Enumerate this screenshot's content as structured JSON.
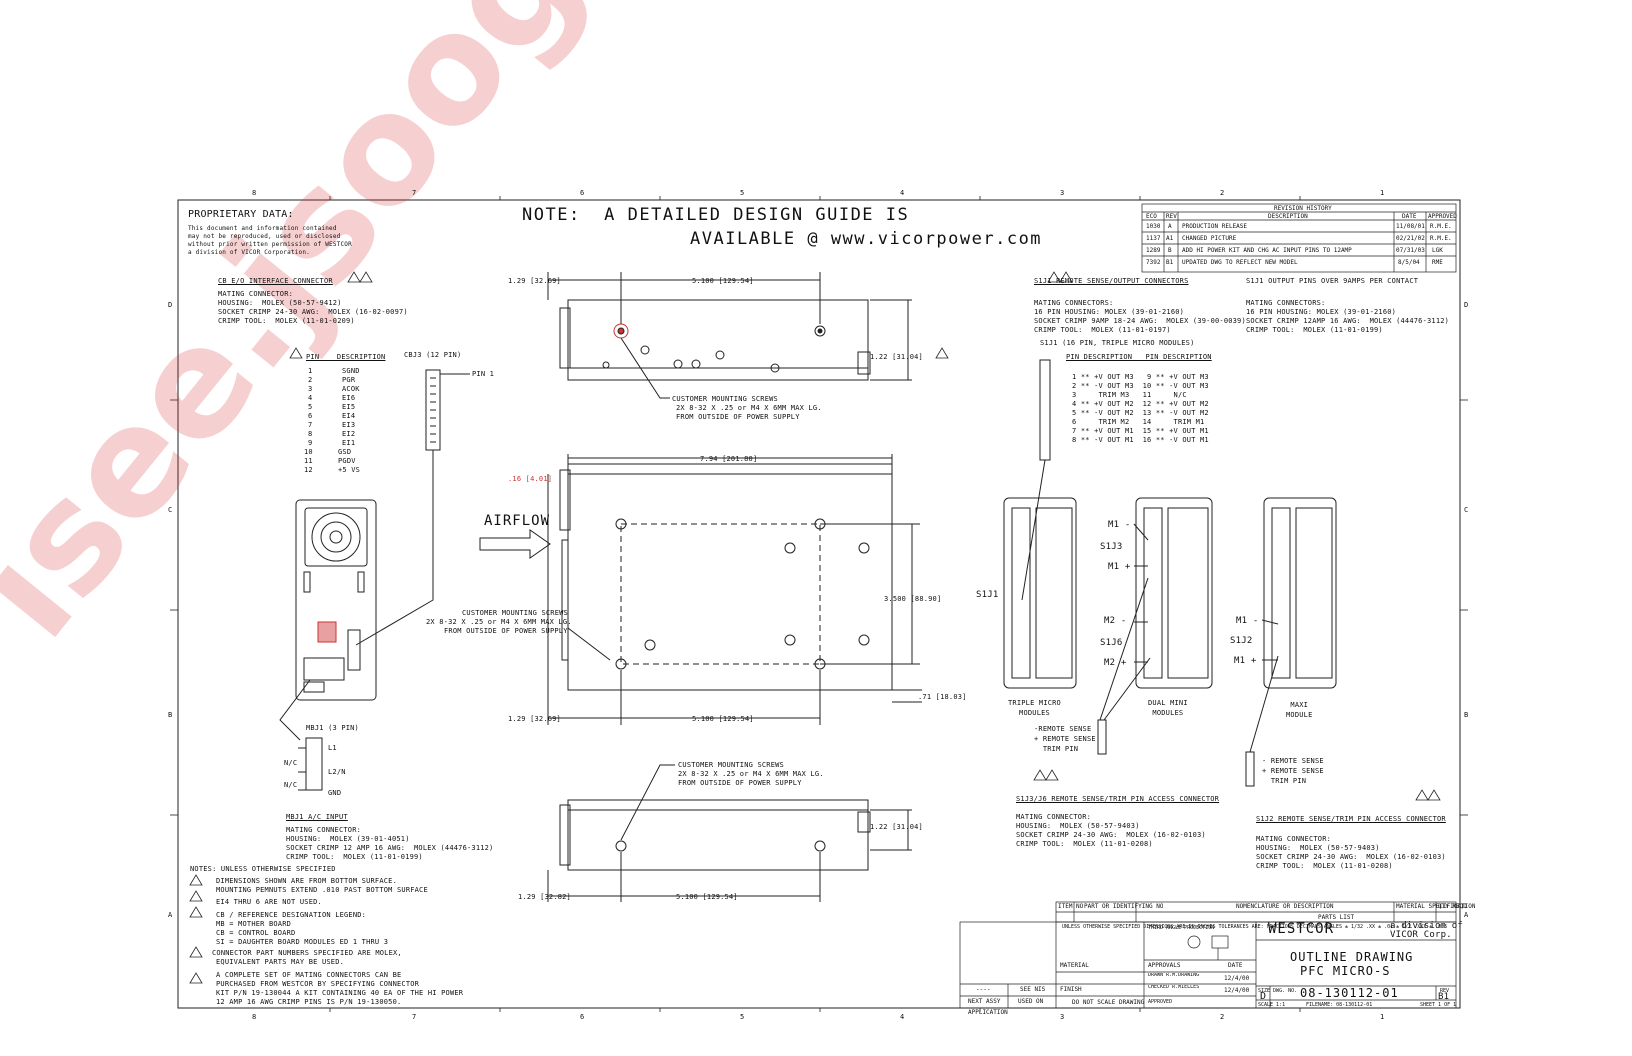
{
  "note": {
    "line1": "NOTE:  A DETAILED DESIGN GUIDE IS",
    "line2": "AVAILABLE @ www.vicorpower.com"
  },
  "watermark": "isee.jsoog.com",
  "zones": {
    "top": [
      "8",
      "7",
      "6",
      "5",
      "4",
      "3",
      "2",
      "1"
    ],
    "side": [
      "D",
      "C",
      "B",
      "A"
    ]
  },
  "proprietary": {
    "title": "PROPRIETARY DATA:",
    "lines": [
      "This document and information contained",
      "may not be reproduced, used or disclosed",
      "without prior written permission of WESTCOR",
      "a division of VICOR Corporation."
    ]
  },
  "cb": {
    "title": "CB E/O INTERFACE CONNECTOR",
    "lines": [
      "MATING CONNECTOR:",
      "HOUSING:  MOLEX (50-57-9412)",
      "SOCKET CRIMP 24-30 AWG:  MOLEX (16-02-0097)",
      "CRIMP TOOL:  MOLEX (11-01-0209)"
    ],
    "pin_header": "PIN    DESCRIPTION",
    "pins": [
      "1",
      "2",
      "3",
      "4",
      "5",
      "6",
      "7",
      "8",
      "9",
      "10",
      "11",
      "12"
    ],
    "descs": [
      "SGND",
      "PGR",
      "ACOK",
      "EI6",
      "EI5",
      "EI4",
      "EI3",
      "EI2",
      "EI1",
      "GSD",
      "PGDV",
      "+5 VS"
    ],
    "cbj3": "CBJ3 (12 PIN)",
    "pin1": "PIN 1"
  },
  "mbj1": {
    "label": "MBJ1 (3 PIN)",
    "l1": "L1",
    "l2n": "L2/N",
    "gnd": "GND",
    "nc1": "N/C",
    "nc2": "N/C",
    "title": "MBJ1 A/C INPUT",
    "lines": [
      "MATING CONNECTOR:",
      "HOUSING:  MOLEX (39-01-4051)",
      "SOCKET CRIMP 12 AMP 16 AWG:  MOLEX (44476-3112)",
      "CRIMP TOOL:  MOLEX (11-01-0199)"
    ]
  },
  "notes": {
    "title": "NOTES: UNLESS OTHERWISE SPECIFIED",
    "n1": [
      "DIMENSIONS SHOWN ARE FROM BOTTOM SURFACE.",
      "MOUNTING PEMNUTS EXTEND .010 PAST BOTTOM SURFACE"
    ],
    "n2": [
      "EI4 THRU 6 ARE NOT USED."
    ],
    "n3": [
      "CB / REFERENCE DESIGNATION LEGEND:",
      "MB = MOTHER BOARD",
      "CB = CONTROL BOARD",
      "SI = DAUGHTER BOARD MODULES ED 1 THRU 3"
    ],
    "n4": [
      "CONNECTOR PART NUMBERS SPECIFIED ARE MOLEX,",
      "EQUIVALENT PARTS MAY BE USED."
    ],
    "n5": [
      "A COMPLETE SET OF MATING CONNECTORS CAN BE",
      "PURCHASED FROM WESTCOR BY SPECIFYING CONNECTOR",
      "KIT P/N 19-130044 A KIT CONTAINING 40 EA OF THE HI POWER",
      "12 AMP 16 AWG CRIMP PINS IS P/N 19-130050."
    ]
  },
  "dims": {
    "d129a": "1.29 [32.69]",
    "d5100a": "5.100 [129.54]",
    "d122a": "1.22 [31.04]",
    "d794": "7.94 [201.80]",
    "d16": ".16 [4.01]",
    "d3500": "3.500 [88.90]",
    "d71": ".71 [18.03]",
    "d129b": "1.29 [32.69]",
    "d5100b": "5.100 [129.54]",
    "d122b": "1.22 [31.04]",
    "d129c": "1.29 [32.82]",
    "d5100c": "5.100 [129.54]"
  },
  "airflow": "AIRFLOW",
  "screws": [
    "CUSTOMER MOUNTING SCREWS",
    "2X 8-32 X .25 or M4 X 6MM MAX LG.",
    "FROM OUTSIDE OF POWER SUPPLY"
  ],
  "rev": {
    "title": "REVISION HISTORY",
    "cols": [
      "ECO",
      "REV",
      "DESCRIPTION",
      "DATE",
      "APPROVED"
    ],
    "rows": [
      [
        "1030",
        "A",
        "PRODUCTION RELEASE",
        "11/08/01",
        "R.M.E."
      ],
      [
        "1137",
        "A1",
        "CHANGED PICTURE",
        "02/21/02",
        "R.M.E."
      ],
      [
        "1289",
        "B",
        "ADD HI POWER KIT AND CHG AC INPUT PINS TO 12AMP",
        "07/31/03",
        "LGK"
      ],
      [
        "7392",
        "B1",
        "UPDATED DWG TO REFLECT NEW MODEL",
        "8/5/04",
        "RME"
      ]
    ]
  },
  "s1j1": {
    "title": "S1J1 REMOTE SENSE/OUTPUT CONNECTORS",
    "lines": [
      "MATING CONNECTORS:",
      "16 PIN HOUSING: MOLEX (39-01-2160)",
      "SOCKET CRIMP 9AMP 18-24 AWG:  MOLEX (39-00-0039)",
      "CRIMP TOOL:  MOLEX (11-01-0197)"
    ],
    "sub": "S1J1 (16 PIN, TRIPLE MICRO MODULES)",
    "hdr": "PIN DESCRIPTION   PIN DESCRIPTION",
    "pins": [
      "1 ** +V OUT M3   9 ** +V OUT M3",
      "2 ** -V OUT M3  10 ** -V OUT M3",
      "3     TRIM M3   11     N/C",
      "4 ** +V OUT M2  12 ** +V OUT M2",
      "5 ** -V OUT M2  13 ** -V OUT M2",
      "6     TRIM M2   14     TRIM M1",
      "7 ** +V OUT M1  15 ** +V OUT M1",
      "8 ** -V OUT M1  16 ** -V OUT M1"
    ]
  },
  "right": {
    "title": "S1J1 OUTPUT PINS OVER 9AMPS PER CONTACT",
    "lines": [
      "MATING CONNECTORS:",
      "16 PIN HOUSING: MOLEX (39-01-2160)",
      "SOCKET CRIMP 12AMP 16 AWG:  MOLEX (44476-3112)",
      "CRIMP TOOL:  MOLEX (11-01-0199)"
    ]
  },
  "modules": {
    "s1j1": "S1J1",
    "m1a": "M1 -",
    "s1j3": "S1J3",
    "m1b": "M1 +",
    "m2a": "M2 -",
    "s1j6": "S1J6",
    "m2b": "M2 +",
    "m1c": "M1 -",
    "s1j2": "S1J2",
    "m1d": "M1 +",
    "triple": "TRIPLE MICRO\nMODULES",
    "dual": "DUAL MINI\nMODULES",
    "maxi": "MAXI\nMODULE",
    "rs": "-REMOTE SENSE\n+ REMOTE SENSE\n  TRIM PIN",
    "rs2": "- REMOTE SENSE\n+ REMOTE SENSE\n  TRIM PIN"
  },
  "s1j3j6": {
    "title": "S1J3/J6 REMOTE SENSE/TRIM PIN ACCESS CONNECTOR",
    "lines": [
      "MATING CONNECTOR:",
      "HOUSING:  MOLEX (50-57-9403)",
      "SOCKET CRIMP 24-30 AWG:  MOLEX (16-02-0103)",
      "CRIMP TOOL:  MOLEX (11-01-0208)"
    ]
  },
  "s1j2": {
    "title": "S1J2 REMOTE SENSE/TRIM PIN ACCESS CONNECTOR",
    "lines": [
      "MATING CONNECTOR:",
      "HOUSING:  MOLEX (50-57-9403)",
      "SOCKET CRIMP 24-30 AWG:  MOLEX (16-02-0103)",
      "CRIMP TOOL:  MOLEX (11-01-0208)"
    ]
  },
  "titleblock": {
    "company": "WESTCOR",
    "division": "a division of\nVICOR Corp.",
    "title1": "OUTLINE DRAWING",
    "title2": "PFC MICRO-S",
    "dwgno": "08-130112-01",
    "rev": "B1",
    "size": "D",
    "parts_list": "PARTS  LIST",
    "item": "ITEM\nNO",
    "partor": "PART  OR\nIDENTIFYING NO",
    "nomen": "NOMENCLATURE\nOR DESCRIPTION",
    "material": "MATERIAL\nSPECIFICATION",
    "qty": "QTY\nREQD",
    "unless": "UNLESS  OTHERWISE  SPECIFIED\nDIMENSIONS ARE IN INCHES\nTOLERANCES ARE:\nFRACTIONS  DECIMALS  ANGLES\n± 1/32    .XX ± .01  ± 1/2\n           .XXX ± .005",
    "third": "THIRD ANGLE PROJECTION",
    "approvals": "APPROVALS",
    "date": "DATE",
    "drawn": "DRAWN\nR.M.DRAWING",
    "checked": "CHECKED\nR.MIELLES",
    "approved": "APPROVED",
    "d1": "12/4/00",
    "d2": "12/4/00",
    "material2": "MATERIAL",
    "finish": "FINISH",
    "nextassy": "NEXT ASSY",
    "usedon": "USED ON",
    "seenis": "SEE NIS",
    "application": "APPLICATION",
    "donot": "DO  NOT  SCALE  DRAWING",
    "scale": "SCALE  1:1",
    "filename": "FILENAME:  08-130112-01",
    "sheet": "SHEET 1 OF 1",
    "sizelbl": "SIZE  DWG. NO.",
    "revlbl": "REV",
    "dash": "----"
  }
}
